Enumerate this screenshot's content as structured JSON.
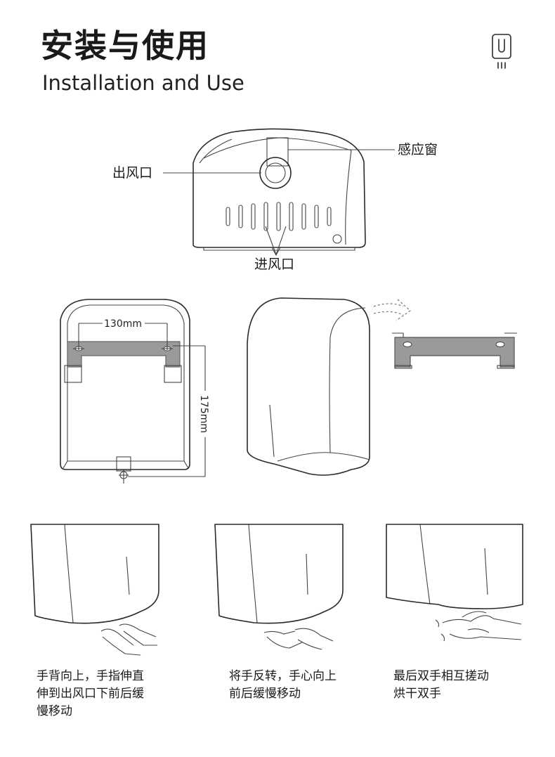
{
  "header": {
    "title_cn": "安装与使用",
    "title_en": "Installation and Use",
    "logo_icon": "hand-dryer-logo-icon"
  },
  "front_view": {
    "sensor_window": "感应窗",
    "air_outlet": "出风口",
    "air_inlet": "进风口"
  },
  "install": {
    "width_dim": "130mm",
    "height_dim": "175mm"
  },
  "usage_steps": [
    {
      "caption": "手背向上，手指伸直\n伸到出风口下前后缓\n慢移动"
    },
    {
      "caption": "将手反转，手心向上\n前后缓慢移动"
    },
    {
      "caption": "最后双手相互搓动\n烘干双手"
    }
  ],
  "colors": {
    "bracket": "#9a9a9a",
    "outline": "#2a2a2a"
  }
}
